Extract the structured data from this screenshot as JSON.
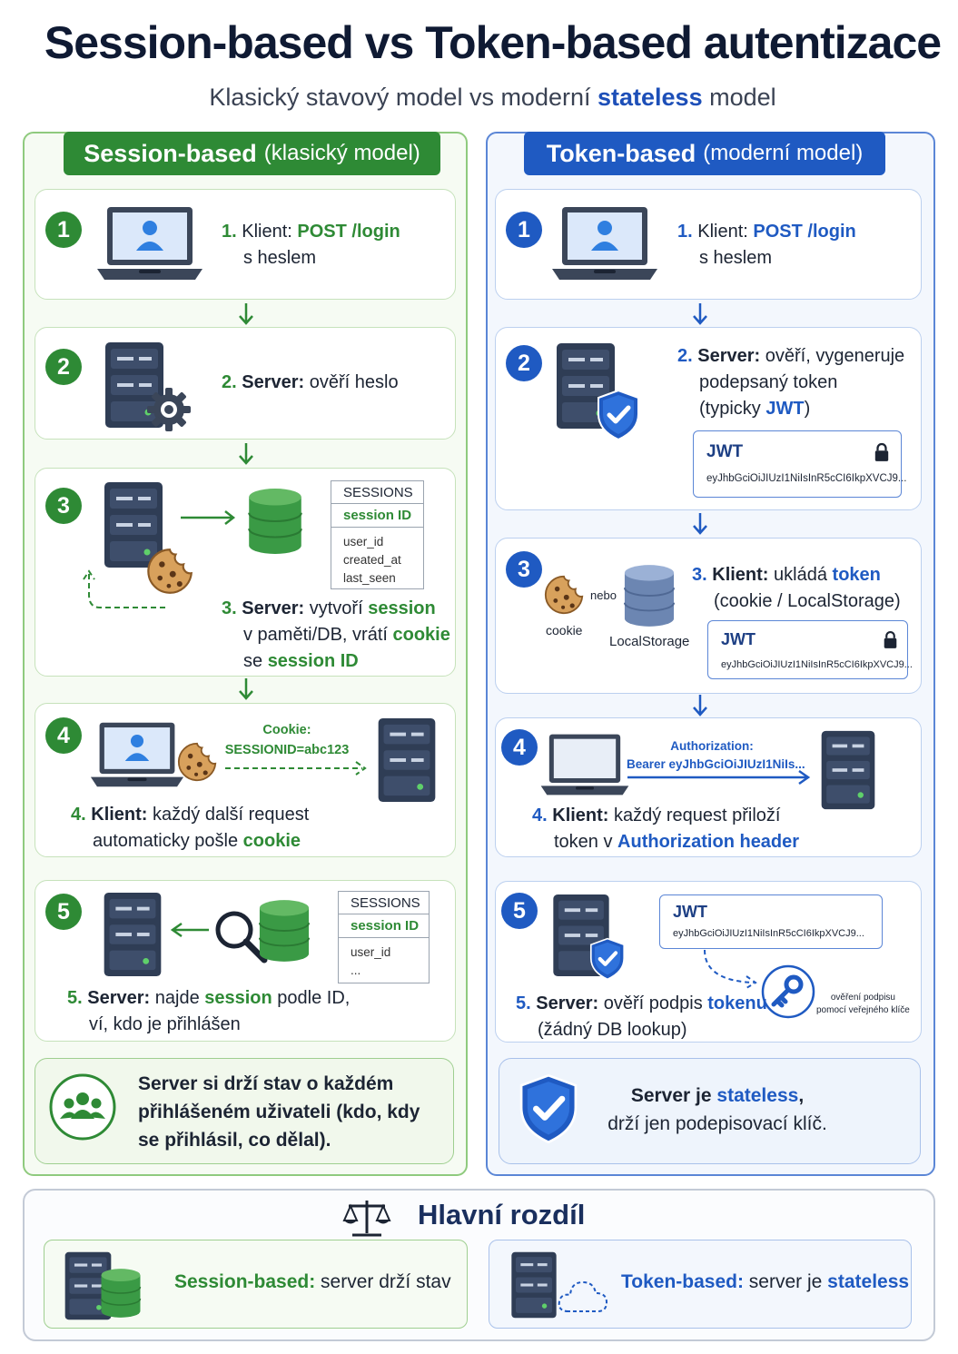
{
  "header": {
    "title": "Session-based vs Token-based autentizace",
    "subtitle_pre": "Klasický stavový model vs moderní ",
    "subtitle_em": "stateless",
    "subtitle_post": " model"
  },
  "session": {
    "heading": "Session-based",
    "heading_sub": "(klasický model)",
    "steps": [
      {
        "num": "1",
        "lead": "1.",
        "who": "Klient:",
        "hl": "POST /login",
        "line2": "s heslem"
      },
      {
        "num": "2",
        "lead": "2.",
        "who": "Server:",
        "rest": "ověří heslo"
      },
      {
        "num": "3",
        "lead": "3.",
        "who": "Server:",
        "rest1": "vytvoří ",
        "hl1": "session",
        "line2a": "v paměti/DB, vrátí ",
        "hl2": "cookie",
        "line3a": "se ",
        "hl3": "session ID"
      },
      {
        "num": "4",
        "lead": "4.",
        "who": "Klient:",
        "rest": "každý další request",
        "line2a": "automaticky pošle ",
        "hl": "cookie",
        "cookie_label": "Cookie:",
        "cookie_value": "SESSIONID=abc123"
      },
      {
        "num": "5",
        "lead": "5.",
        "who": "Server:",
        "rest1": "najde ",
        "hl": "session",
        "rest2": " podle ID,",
        "line2": "ví, kdo je přihlášen"
      }
    ],
    "table3": {
      "header": "SESSIONS",
      "key": "session ID",
      "fields": [
        "user_id",
        "created_at",
        "last_seen"
      ]
    },
    "table5": {
      "header": "SESSIONS",
      "key": "session ID",
      "fields": [
        "user_id",
        "..."
      ]
    },
    "summary": [
      "Server si drží stav o každém",
      "přihlášeném uživateli (kdo, kdy",
      "se přihlásil, co dělal)."
    ]
  },
  "token": {
    "heading": "Token-based",
    "heading_sub": "(moderní model)",
    "steps": [
      {
        "num": "1",
        "lead": "1.",
        "who": "Klient:",
        "hl": "POST /login",
        "line2": "s heslem"
      },
      {
        "num": "2",
        "lead": "2.",
        "who": "Server:",
        "rest": "ověří, vygeneruje",
        "line2": "podepsaný token",
        "line3a": "(typicky ",
        "hl": "JWT",
        "line3b": ")"
      },
      {
        "num": "3",
        "lead": "3.",
        "who": "Klient:",
        "rest": "ukládá ",
        "hl": "token",
        "line2": "(cookie / LocalStorage)",
        "cookie_label": "cookie",
        "or_label": "nebo",
        "storage_label": "LocalStorage"
      },
      {
        "num": "4",
        "lead": "4.",
        "who": "Klient:",
        "rest": "každý request přiloží",
        "line2a": "token v ",
        "hl": "Authorization header",
        "auth_label": "Authorization:",
        "auth_value": "Bearer eyJhbGciOiJIUzI1NiIs..."
      },
      {
        "num": "5",
        "lead": "5.",
        "who": "Server:",
        "rest": "ověří podpis ",
        "hl": "tokenu",
        "line2": "(žádný DB lookup)",
        "verify_1": "ověření podpisu",
        "verify_2": "pomocí veřejného klíče"
      }
    ],
    "jwt_label": "JWT",
    "jwt_value": "eyJhbGciOiJIUzI1NiIsInR5cCI6IkpXVCJ9...",
    "summary_1a": "Server je ",
    "summary_1b": "stateless",
    "summary_1c": ",",
    "summary_2": "drží jen podepisovací klíč."
  },
  "bottom": {
    "title": "Hlavní rozdíl",
    "session_label": "Session-based:",
    "session_text": " server drží stav",
    "token_label": "Token-based:",
    "token_text": " server je ",
    "token_hl": "stateless"
  },
  "colors": {
    "green": "#2e8a35",
    "blue": "#1f5ac2",
    "dark": "#2f3d55"
  }
}
